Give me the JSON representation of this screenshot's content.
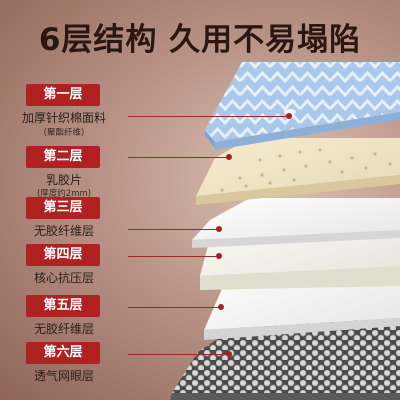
{
  "headline": "6层结构 久用不易塌陷",
  "layers": [
    {
      "badge": "第一层",
      "name": "加厚针织棉面料",
      "note": "(聚酯纤维)"
    },
    {
      "badge": "第二层",
      "name": "乳胶片",
      "note": "(厚度约2mm)"
    },
    {
      "badge": "第三层",
      "name": "无胶纤维层",
      "note": ""
    },
    {
      "badge": "第四层",
      "name": "核心抗压层",
      "note": ""
    },
    {
      "badge": "第五层",
      "name": "无胶纤维层",
      "note": ""
    },
    {
      "badge": "第六层",
      "name": "透气网眼层",
      "note": ""
    }
  ],
  "colors": {
    "badge": "#b02222",
    "dot": "#a82020",
    "quilt": "#9ec0e6",
    "latex": "#f0e4c6",
    "fiber": "#f7f7f7",
    "mesh": "#8c8c8c"
  }
}
